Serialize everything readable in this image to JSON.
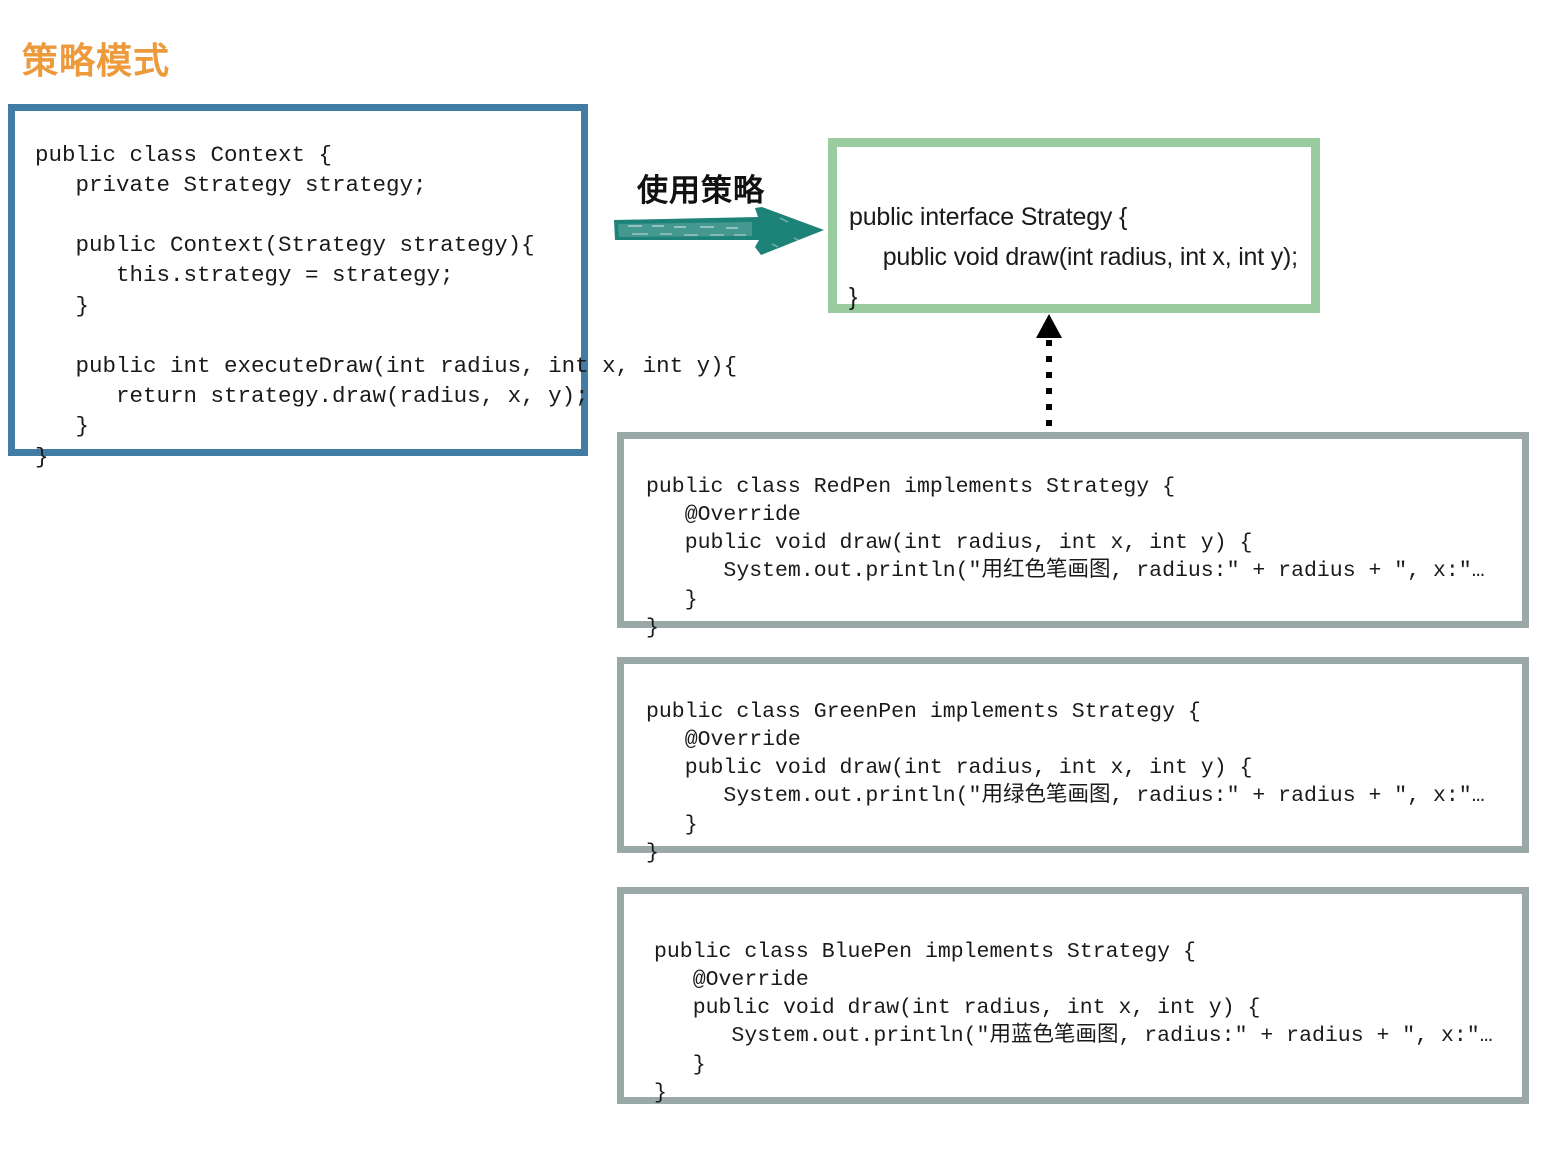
{
  "title": "策略模式",
  "colors": {
    "title": "#ED9A3D",
    "context_border": "#417CA5",
    "strategy_border": "#9BCCA0",
    "impl_border": "#9AA8A8",
    "arrow_teal": "#1D8278",
    "inherit_arrow": "#000000"
  },
  "context_box": {
    "code": "public class Context {\n   private Strategy strategy;\n\n   public Context(Strategy strategy){\n      this.strategy = strategy;\n   }\n\n   public int executeDraw(int radius, int x, int y){\n      return strategy.draw(radius, x, y);\n   }\n}"
  },
  "strategy_box": {
    "code": "public interface Strategy {\n     public void draw(int radius, int x, int y);\n}"
  },
  "use_strategy": {
    "label": "使用策略"
  },
  "impl_boxes": [
    {
      "name": "RedPen",
      "code": "public class RedPen implements Strategy {\n   @Override\n   public void draw(int radius, int x, int y) {\n      System.out.println(\"用红色笔画图, radius:\" + radius + \", x:\"…\n   }\n}"
    },
    {
      "name": "GreenPen",
      "code": "public class GreenPen implements Strategy {\n   @Override\n   public void draw(int radius, int x, int y) {\n      System.out.println(\"用绿色笔画图, radius:\" + radius + \", x:\"…\n   }\n}"
    },
    {
      "name": "BluePen",
      "code": "public class BluePen implements Strategy {\n   @Override\n   public void draw(int radius, int x, int y) {\n      System.out.println(\"用蓝色笔画图, radius:\" + radius + \", x:\"…\n   }\n}"
    }
  ]
}
